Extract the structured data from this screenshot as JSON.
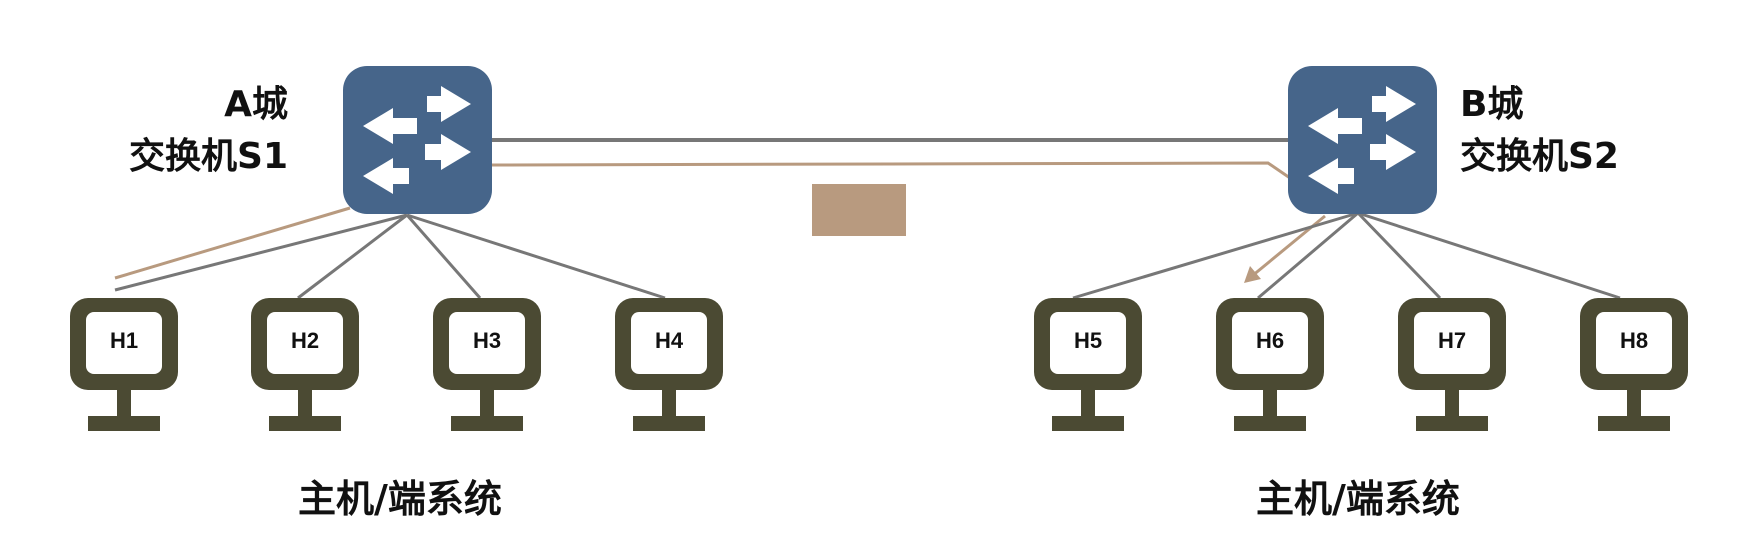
{
  "switches": [
    {
      "id": "S1",
      "city": "A城",
      "name": "交换机S1"
    },
    {
      "id": "S2",
      "city": "B城",
      "name": "交换机S2"
    }
  ],
  "hosts": [
    {
      "label": "H1"
    },
    {
      "label": "H2"
    },
    {
      "label": "H3"
    },
    {
      "label": "H4"
    },
    {
      "label": "H5"
    },
    {
      "label": "H6"
    },
    {
      "label": "H7"
    },
    {
      "label": "H8"
    }
  ],
  "groups": [
    {
      "caption": "主机/端系统"
    },
    {
      "caption": "主机/端系统"
    }
  ],
  "colors": {
    "switch": "#46658a",
    "host": "#4b4a33",
    "link": "#777777",
    "path": "#b89a7f"
  }
}
